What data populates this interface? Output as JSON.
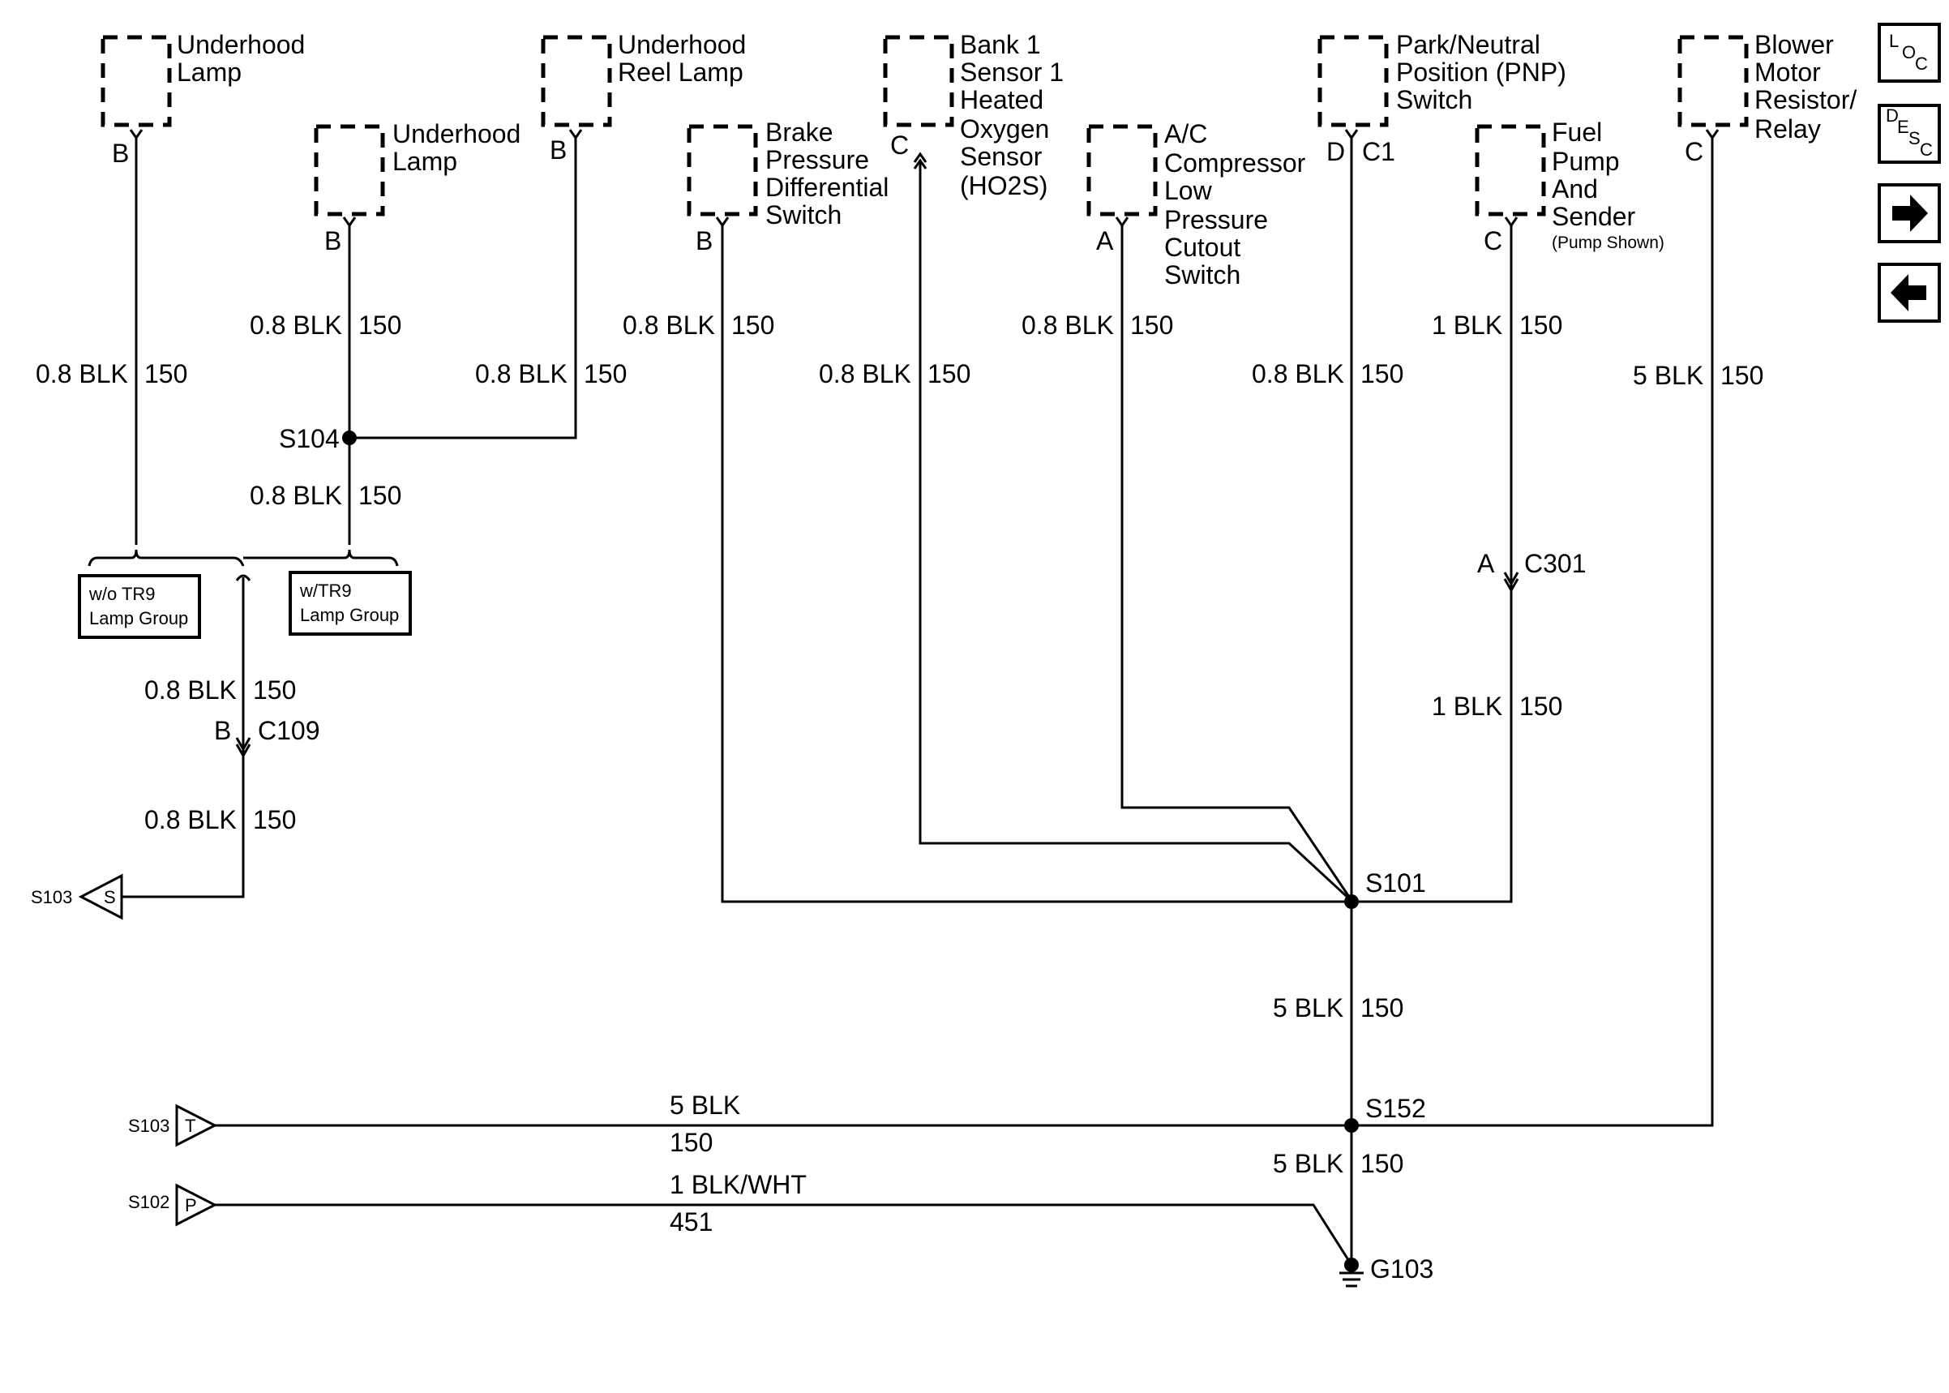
{
  "components": {
    "underhood_lamp_1": {
      "line1": "Underhood",
      "line2": "Lamp",
      "pin": "B"
    },
    "underhood_lamp_2": {
      "line1": "Underhood",
      "line2": "Lamp",
      "pin": "B"
    },
    "underhood_reel_lamp": {
      "line1": "Underhood",
      "line2": "Reel Lamp",
      "pin": "B"
    },
    "brake_switch": {
      "line1": "Brake",
      "line2": "Pressure",
      "line3": "Differential",
      "line4": "Switch",
      "pin": "B"
    },
    "ho2s": {
      "line1": "Bank 1",
      "line2": "Sensor 1",
      "line3": "Heated",
      "line4": "Oxygen",
      "line5": "Sensor",
      "line6": "(HO2S)",
      "pin": "C"
    },
    "ac_switch": {
      "line1": "A/C",
      "line2": "Compressor",
      "line3": "Low",
      "line4": "Pressure",
      "line5": "Cutout",
      "line6": "Switch",
      "pin": "A"
    },
    "pnp_switch": {
      "line1": "Park/Neutral",
      "line2": "Position (PNP)",
      "line3": "Switch",
      "pin": "D",
      "connector": "C1"
    },
    "fuel_pump": {
      "line1": "Fuel",
      "line2": "Pump",
      "line3": "And",
      "line4": "Sender",
      "note": "(Pump Shown)",
      "pin": "C"
    },
    "blower": {
      "line1": "Blower",
      "line2": "Motor",
      "line3": "Resistor/",
      "line4": "Relay",
      "pin": "C"
    }
  },
  "wires": {
    "blk08": "0.8 BLK",
    "blk1": "1 BLK",
    "blk5": "5 BLK",
    "blkwht": "1 BLK/WHT",
    "c150": "150",
    "c451": "451"
  },
  "splices": {
    "s104": "S104",
    "s101": "S101",
    "s152": "S152"
  },
  "connectors": {
    "c109": "C109",
    "c109_pin": "B",
    "c301": "C301",
    "c301_pin": "A"
  },
  "options": {
    "wo_tr9_1": "w/o TR9",
    "wo_tr9_2": "Lamp Group",
    "w_tr9_1": "w/TR9",
    "w_tr9_2": "Lamp Group"
  },
  "refs": {
    "s103_s": {
      "name": "S103",
      "letter": "S"
    },
    "s103_t": {
      "name": "S103",
      "letter": "T"
    },
    "s102_p": {
      "name": "S102",
      "letter": "P"
    }
  },
  "ground": "G103",
  "nav": {
    "loc": {
      "l1": "L",
      "l2": "O",
      "l3": "C"
    },
    "desc": {
      "l1": "D",
      "l2": "E",
      "l3": "S",
      "l4": "C"
    },
    "next_icon": "arrow-right-icon",
    "prev_icon": "arrow-left-icon"
  }
}
